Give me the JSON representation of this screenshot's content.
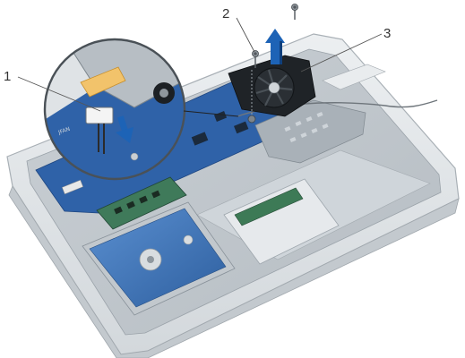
{
  "callouts": [
    {
      "number": "1",
      "meaning": "connector"
    },
    {
      "number": "2",
      "meaning": "screw"
    },
    {
      "number": "3",
      "meaning": "fan"
    }
  ],
  "board_silkscreen": "JFAN",
  "colors": {
    "chassis": "#dfe3e6",
    "chassis_edge": "#b9bfc4",
    "board": "#2f62a8",
    "fan": "#1f2327",
    "arrow": "#1d63b6",
    "leader": "#555555",
    "ram": "#3f7a5a",
    "drive": "#3b6fb3"
  },
  "icons": [
    "up-arrow-icon",
    "down-arrow-icon",
    "screw-icon",
    "fan-icon"
  ]
}
